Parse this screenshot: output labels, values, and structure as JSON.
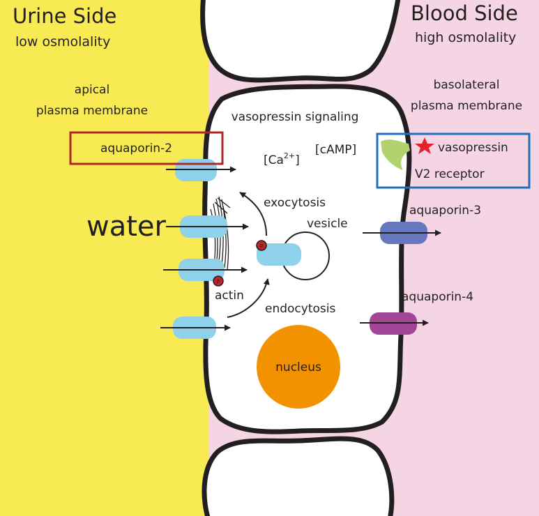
{
  "urine_side": {
    "title": "Urine Side",
    "subtitle": "low osmolality",
    "membrane_line1": "apical",
    "membrane_line2": "plasma membrane",
    "background_color": "#f7ea52"
  },
  "blood_side": {
    "title": "Blood Side",
    "subtitle": "high osmolality",
    "membrane_line1": "basolateral",
    "membrane_line2": "plasma membrane",
    "background_color": "#f5d5e4"
  },
  "cell": {
    "signaling_label": "vasopressin signaling",
    "cAMP_label": "[cAMP]",
    "calcium_label": "[Ca2+]",
    "exocytosis_label": "exocytosis",
    "vesicle_label": "vesicle",
    "actin_label": "actin",
    "endocytosis_label": "endocytosis",
    "nucleus_label": "nucleus",
    "nucleus_color": "#f39200",
    "phospho_label": "P"
  },
  "labels": {
    "aquaporin2": "aquaporin-2",
    "water": "water",
    "vasopressin": "vasopressin",
    "v2_receptor": "V2 receptor",
    "aquaporin3": "aquaporin-3",
    "aquaporin4": "aquaporin-4"
  },
  "channel_colors": {
    "aquaporin2": "#8fd1ea",
    "aquaporin3": "#6677bf",
    "aquaporin4": "#a34596",
    "v2_receptor": "#b1d36f",
    "vasopressin": "#e5212b"
  },
  "highlights": {
    "aquaporin2_box_color": "#b0252a",
    "vasopressin_box_color": "#1f6fbf"
  }
}
